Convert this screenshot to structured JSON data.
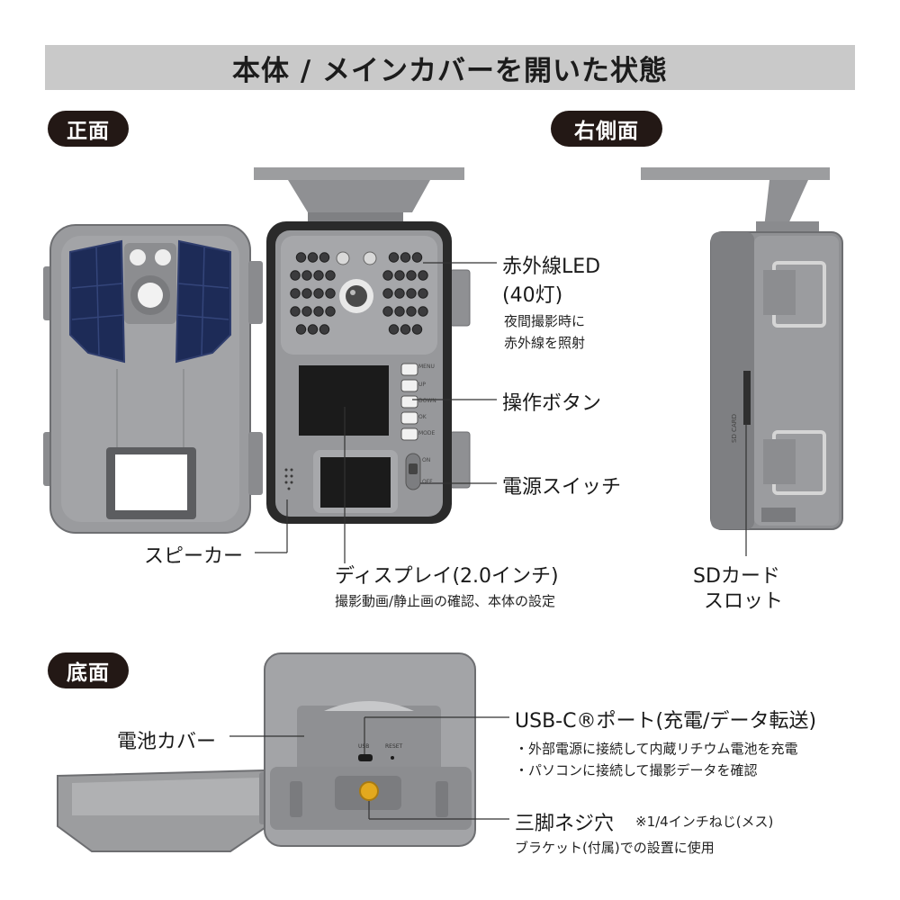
{
  "title": "本体 / メインカバーを開いた状態",
  "sections": {
    "front": "正面",
    "right_side": "右側面",
    "bottom": "底面"
  },
  "front_labels": {
    "ir_led": {
      "title": "赤外線LED",
      "count": "(40灯)",
      "desc_1": "夜間撮影時に",
      "desc_2": "赤外線を照射"
    },
    "buttons": {
      "title": "操作ボタン"
    },
    "power_switch": {
      "title": "電源スイッチ"
    },
    "speaker": {
      "title": "スピーカー"
    },
    "display": {
      "title": "ディスプレイ(2.0インチ)",
      "desc": "撮影動画/静止画の確認、本体の設定"
    }
  },
  "side_labels": {
    "sd_slot_1": "SDカード",
    "sd_slot_2": "スロット"
  },
  "bottom_labels": {
    "battery_cover": "電池カバー",
    "usb": {
      "title": "USB-C®ポート(充電/データ転送)",
      "bullet_1": "・外部電源に接続して内蔵リチウム電池を充電",
      "bullet_2": "・パソコンに接続して撮影データを確認"
    },
    "tripod": {
      "title": "三脚ネジ穴",
      "note": "※1/4インチねじ(メス)",
      "desc": "ブラケット(付属)での設置に使用"
    }
  },
  "device_text": {
    "btn_menu": "MENU",
    "btn_up": "UP",
    "btn_down": "DOWN",
    "btn_ok": "OK",
    "btn_mode": "MODE",
    "sw_on": "ON",
    "sw_off": "OFF",
    "port_usb": "USB",
    "port_reset": "RESET",
    "sd_card": "SD CARD"
  },
  "colors": {
    "title_bar": "#c9c9c9",
    "pill": "#231815",
    "body_gray": "#8f9093",
    "panel_dark": "#2a2a2a",
    "solar_blue": "#1d2b57"
  }
}
